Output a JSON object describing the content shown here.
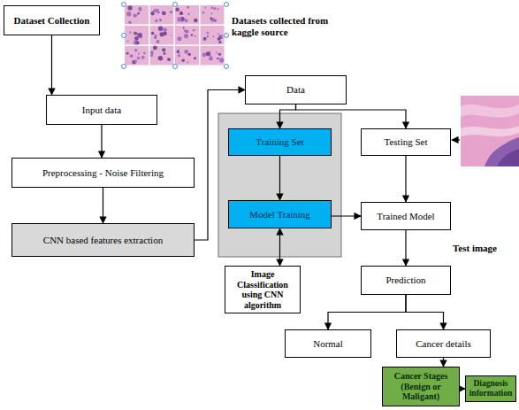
{
  "diagram": {
    "nodes": [
      {
        "text": [
          "Dataset Collection"
        ]
      },
      {
        "text": [
          "Input data"
        ]
      },
      {
        "text": [
          "Preprocessing - Noise Filtering"
        ]
      },
      {
        "text": [
          "CNN based features extraction"
        ]
      },
      {
        "text": [
          "Data"
        ]
      },
      {
        "text": [
          "Training Set"
        ]
      },
      {
        "text": [
          "Model Training"
        ]
      },
      {
        "text": [
          "Image Classification using CNN algorithm"
        ]
      },
      {
        "text": [
          "Testing Set"
        ]
      },
      {
        "text": [
          "Trained Model"
        ]
      },
      {
        "text": [
          "Prediction"
        ]
      },
      {
        "text": [
          "Normal"
        ]
      },
      {
        "text": [
          "Cancer details"
        ]
      },
      {
        "text": [
          "Cancer Stages (Benign or Maligant)"
        ]
      },
      {
        "text": [
          "Diagnosis information"
        ]
      }
    ],
    "edges": [
      {
        "from": 0,
        "to": 1,
        "arrow": "to"
      },
      {
        "from": 1,
        "to": 2,
        "arrow": "to"
      },
      {
        "from": 2,
        "to": 3,
        "arrow": "to"
      },
      {
        "from": 3,
        "to": 4,
        "arrow": "to"
      },
      {
        "from": 4,
        "to": 5,
        "arrow": "to"
      },
      {
        "from": 4,
        "to": 8,
        "arrow": "to"
      },
      {
        "from": 5,
        "to": 6,
        "arrow": "to"
      },
      {
        "from": 6,
        "to": 9,
        "arrow": "to"
      },
      {
        "from": 7,
        "to": 6,
        "arrow": "both"
      },
      {
        "from": 8,
        "to": 9,
        "arrow": "to"
      },
      {
        "from": 9,
        "to": 10,
        "arrow": "to"
      },
      {
        "from": 10,
        "to": 11,
        "arrow": "to"
      },
      {
        "from": 10,
        "to": 12,
        "arrow": "to"
      },
      {
        "from": 12,
        "to": 13,
        "arrow": "to"
      },
      {
        "from": 13,
        "to": 14,
        "arrow": "to"
      }
    ],
    "labels": [
      "Datasets collected from kaggle source",
      "Test image"
    ]
  }
}
